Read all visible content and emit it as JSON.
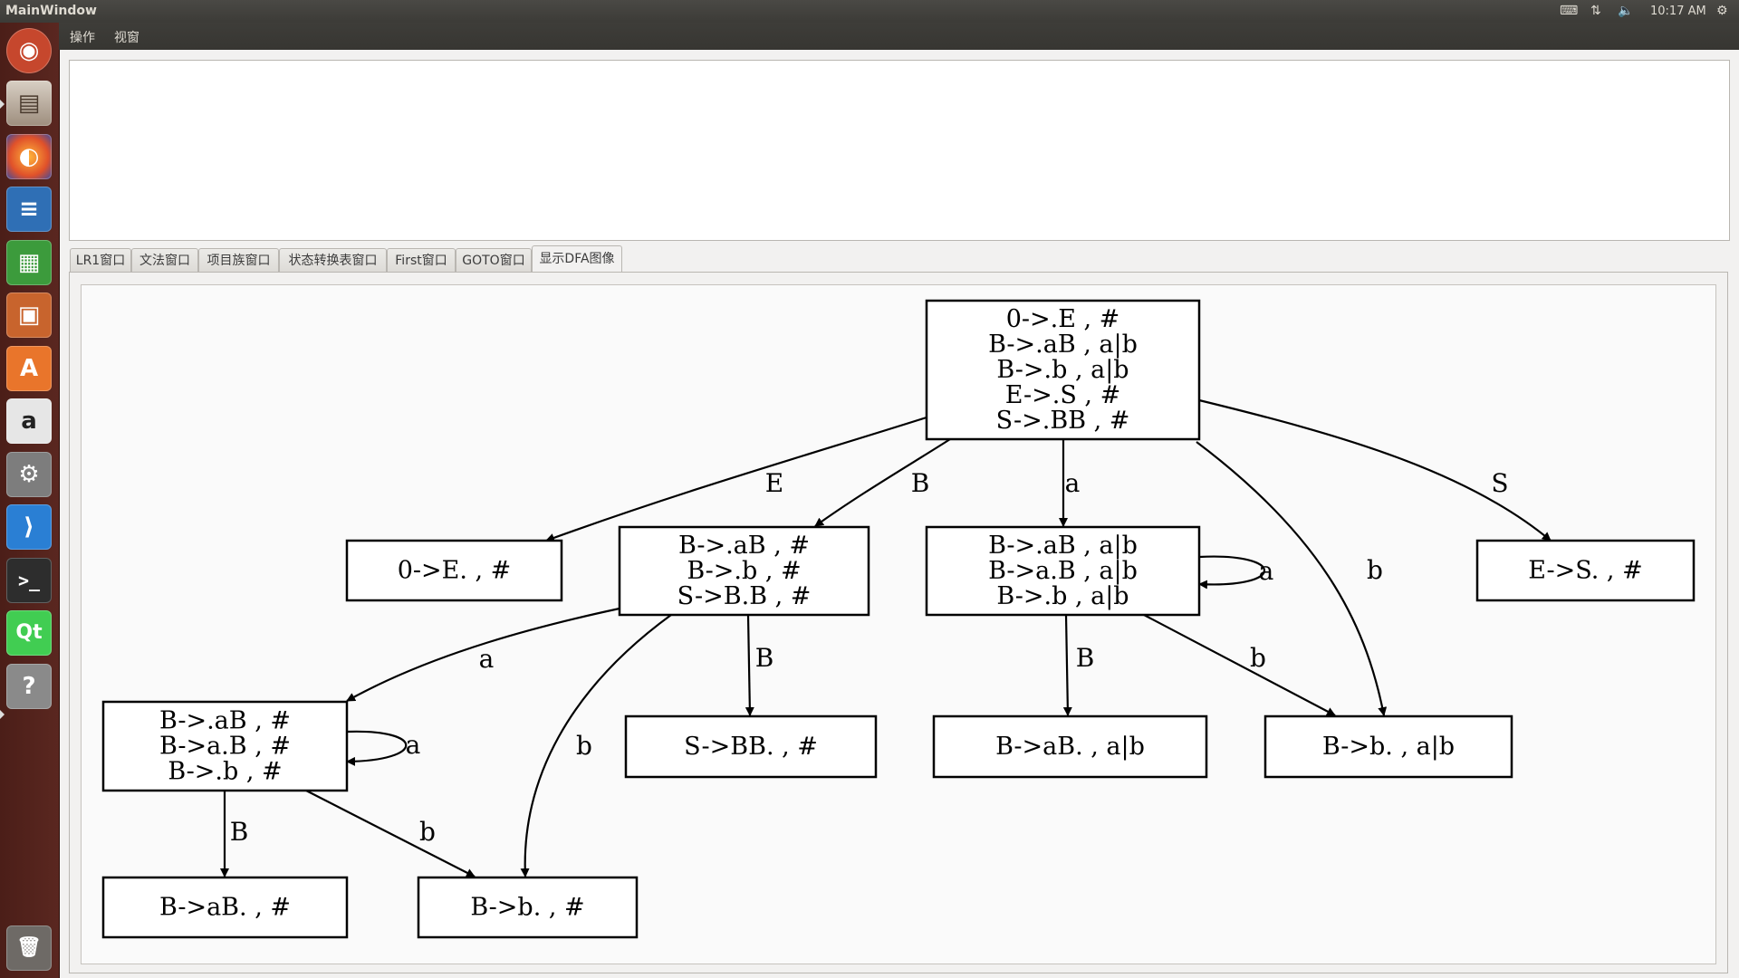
{
  "window": {
    "title": "MainWindow"
  },
  "system_tray": {
    "time": "10:17 AM"
  },
  "launcher": {
    "items": [
      {
        "name": "ubuntu-dash-icon",
        "glyph": "◉"
      },
      {
        "name": "files-icon",
        "glyph": "▤"
      },
      {
        "name": "firefox-icon",
        "glyph": "◐"
      },
      {
        "name": "writer-icon",
        "glyph": "≡"
      },
      {
        "name": "calc-icon",
        "glyph": "▦"
      },
      {
        "name": "impress-icon",
        "glyph": "▣"
      },
      {
        "name": "software-center-icon",
        "glyph": "A"
      },
      {
        "name": "amazon-icon",
        "glyph": "a"
      },
      {
        "name": "system-settings-icon",
        "glyph": "⚙"
      },
      {
        "name": "vscode-icon",
        "glyph": "⟩"
      },
      {
        "name": "terminal-icon",
        "glyph": ">_"
      },
      {
        "name": "qt-creator-icon",
        "glyph": "Qt"
      },
      {
        "name": "help-icon",
        "glyph": "?"
      },
      {
        "name": "trash-icon",
        "glyph": "🗑"
      }
    ]
  },
  "menubar": {
    "items": [
      "操作",
      "视窗"
    ]
  },
  "tabs": [
    {
      "label": "LR1窗口",
      "active": false
    },
    {
      "label": "文法窗口",
      "active": false
    },
    {
      "label": "项目族窗口",
      "active": false
    },
    {
      "label": "状态转换表窗口",
      "active": false
    },
    {
      "label": "First窗口",
      "active": false
    },
    {
      "label": "GOTO窗口",
      "active": false
    },
    {
      "label": "显示DFA图像",
      "active": true
    }
  ],
  "dfa": {
    "nodes": [
      {
        "id": "n0",
        "lines": [
          "0->.E , #",
          "B->.aB , a|b",
          "B->.b , a|b",
          "E->.S , #",
          "S->.BB , #"
        ]
      },
      {
        "id": "n1",
        "lines": [
          "0->E. , #"
        ]
      },
      {
        "id": "n2",
        "lines": [
          "B->.aB , #",
          "B->.b , #",
          "S->B.B , #"
        ]
      },
      {
        "id": "n3",
        "lines": [
          "B->.aB , a|b",
          "B->a.B , a|b",
          "B->.b , a|b"
        ]
      },
      {
        "id": "n4",
        "lines": [
          "E->S. , #"
        ]
      },
      {
        "id": "n5",
        "lines": [
          "B->.aB , #",
          "B->a.B , #",
          "B->.b , #"
        ]
      },
      {
        "id": "n6",
        "lines": [
          "S->BB. , #"
        ]
      },
      {
        "id": "n7",
        "lines": [
          "B->aB. , a|b"
        ]
      },
      {
        "id": "n8",
        "lines": [
          "B->b. , a|b"
        ]
      },
      {
        "id": "n9",
        "lines": [
          "B->aB. , #"
        ]
      },
      {
        "id": "n10",
        "lines": [
          "B->b. , #"
        ]
      }
    ],
    "edges": [
      {
        "from": "n0",
        "to": "n1",
        "label": "E"
      },
      {
        "from": "n0",
        "to": "n2",
        "label": "B"
      },
      {
        "from": "n0",
        "to": "n3",
        "label": "a"
      },
      {
        "from": "n0",
        "to": "n8",
        "label": "b"
      },
      {
        "from": "n0",
        "to": "n4",
        "label": "S"
      },
      {
        "from": "n3",
        "to": "n3",
        "label": "a"
      },
      {
        "from": "n3",
        "to": "n7",
        "label": "B"
      },
      {
        "from": "n3",
        "to": "n8",
        "label": "b"
      },
      {
        "from": "n2",
        "to": "n5",
        "label": "a"
      },
      {
        "from": "n2",
        "to": "n6",
        "label": "B"
      },
      {
        "from": "n2",
        "to": "n10",
        "label": "b"
      },
      {
        "from": "n5",
        "to": "n5",
        "label": "a"
      },
      {
        "from": "n5",
        "to": "n9",
        "label": "B"
      },
      {
        "from": "n5",
        "to": "n10",
        "label": "b"
      }
    ]
  }
}
